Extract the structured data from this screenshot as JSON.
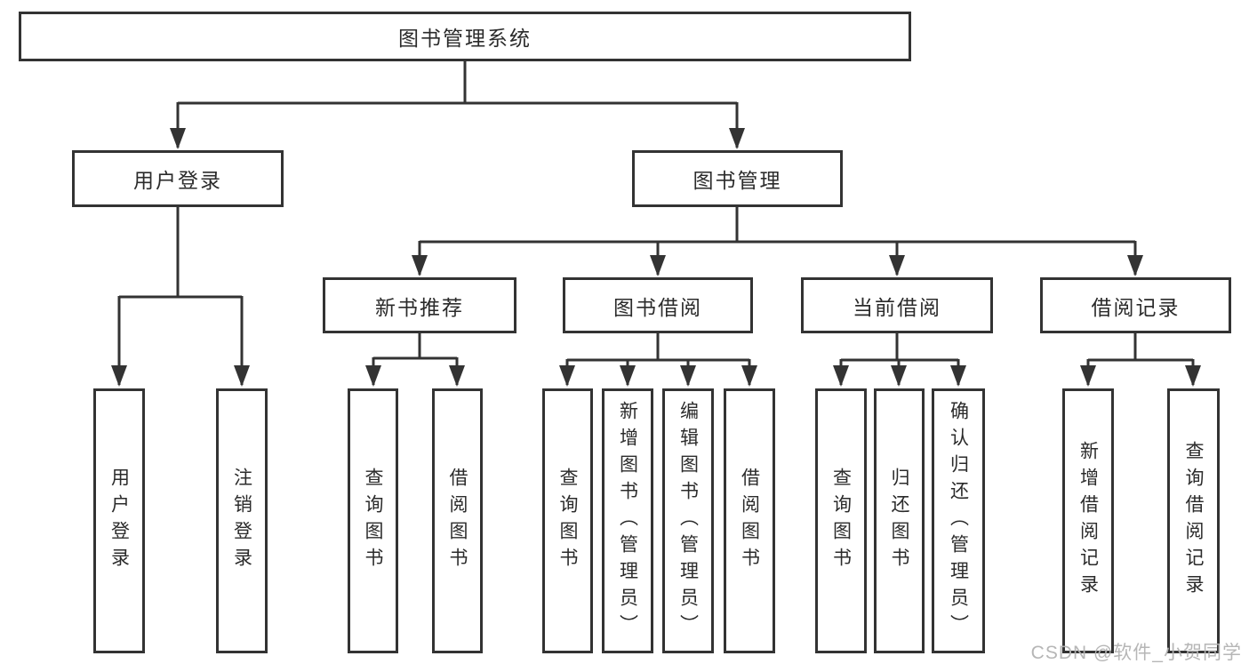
{
  "tree": {
    "label": "图书管理系统",
    "children": [
      {
        "label": "用户登录",
        "children": [
          {
            "label": "用户登录"
          },
          {
            "label": "注销登录"
          }
        ]
      },
      {
        "label": "图书管理",
        "children": [
          {
            "label": "新书推荐",
            "children": [
              {
                "label": "查询图书"
              },
              {
                "label": "借阅图书"
              }
            ]
          },
          {
            "label": "图书借阅",
            "children": [
              {
                "label": "查询图书"
              },
              {
                "label": "新增图书（管理员）"
              },
              {
                "label": "编辑图书（管理员）"
              },
              {
                "label": "借阅图书"
              }
            ]
          },
          {
            "label": "当前借阅",
            "children": [
              {
                "label": "查询图书"
              },
              {
                "label": "归还图书"
              },
              {
                "label": "确认归还（管理员）"
              }
            ]
          },
          {
            "label": "借阅记录",
            "children": [
              {
                "label": "新增借阅记录"
              },
              {
                "label": "查询借阅记录"
              }
            ]
          }
        ]
      }
    ]
  },
  "watermark": "CSDN @软件_小贺同学",
  "colors": {
    "line": "#333333",
    "box_border": "#333333",
    "box_fill": "#ffffff",
    "text": "#2b2b2b",
    "watermark": "#b2b2b2"
  }
}
